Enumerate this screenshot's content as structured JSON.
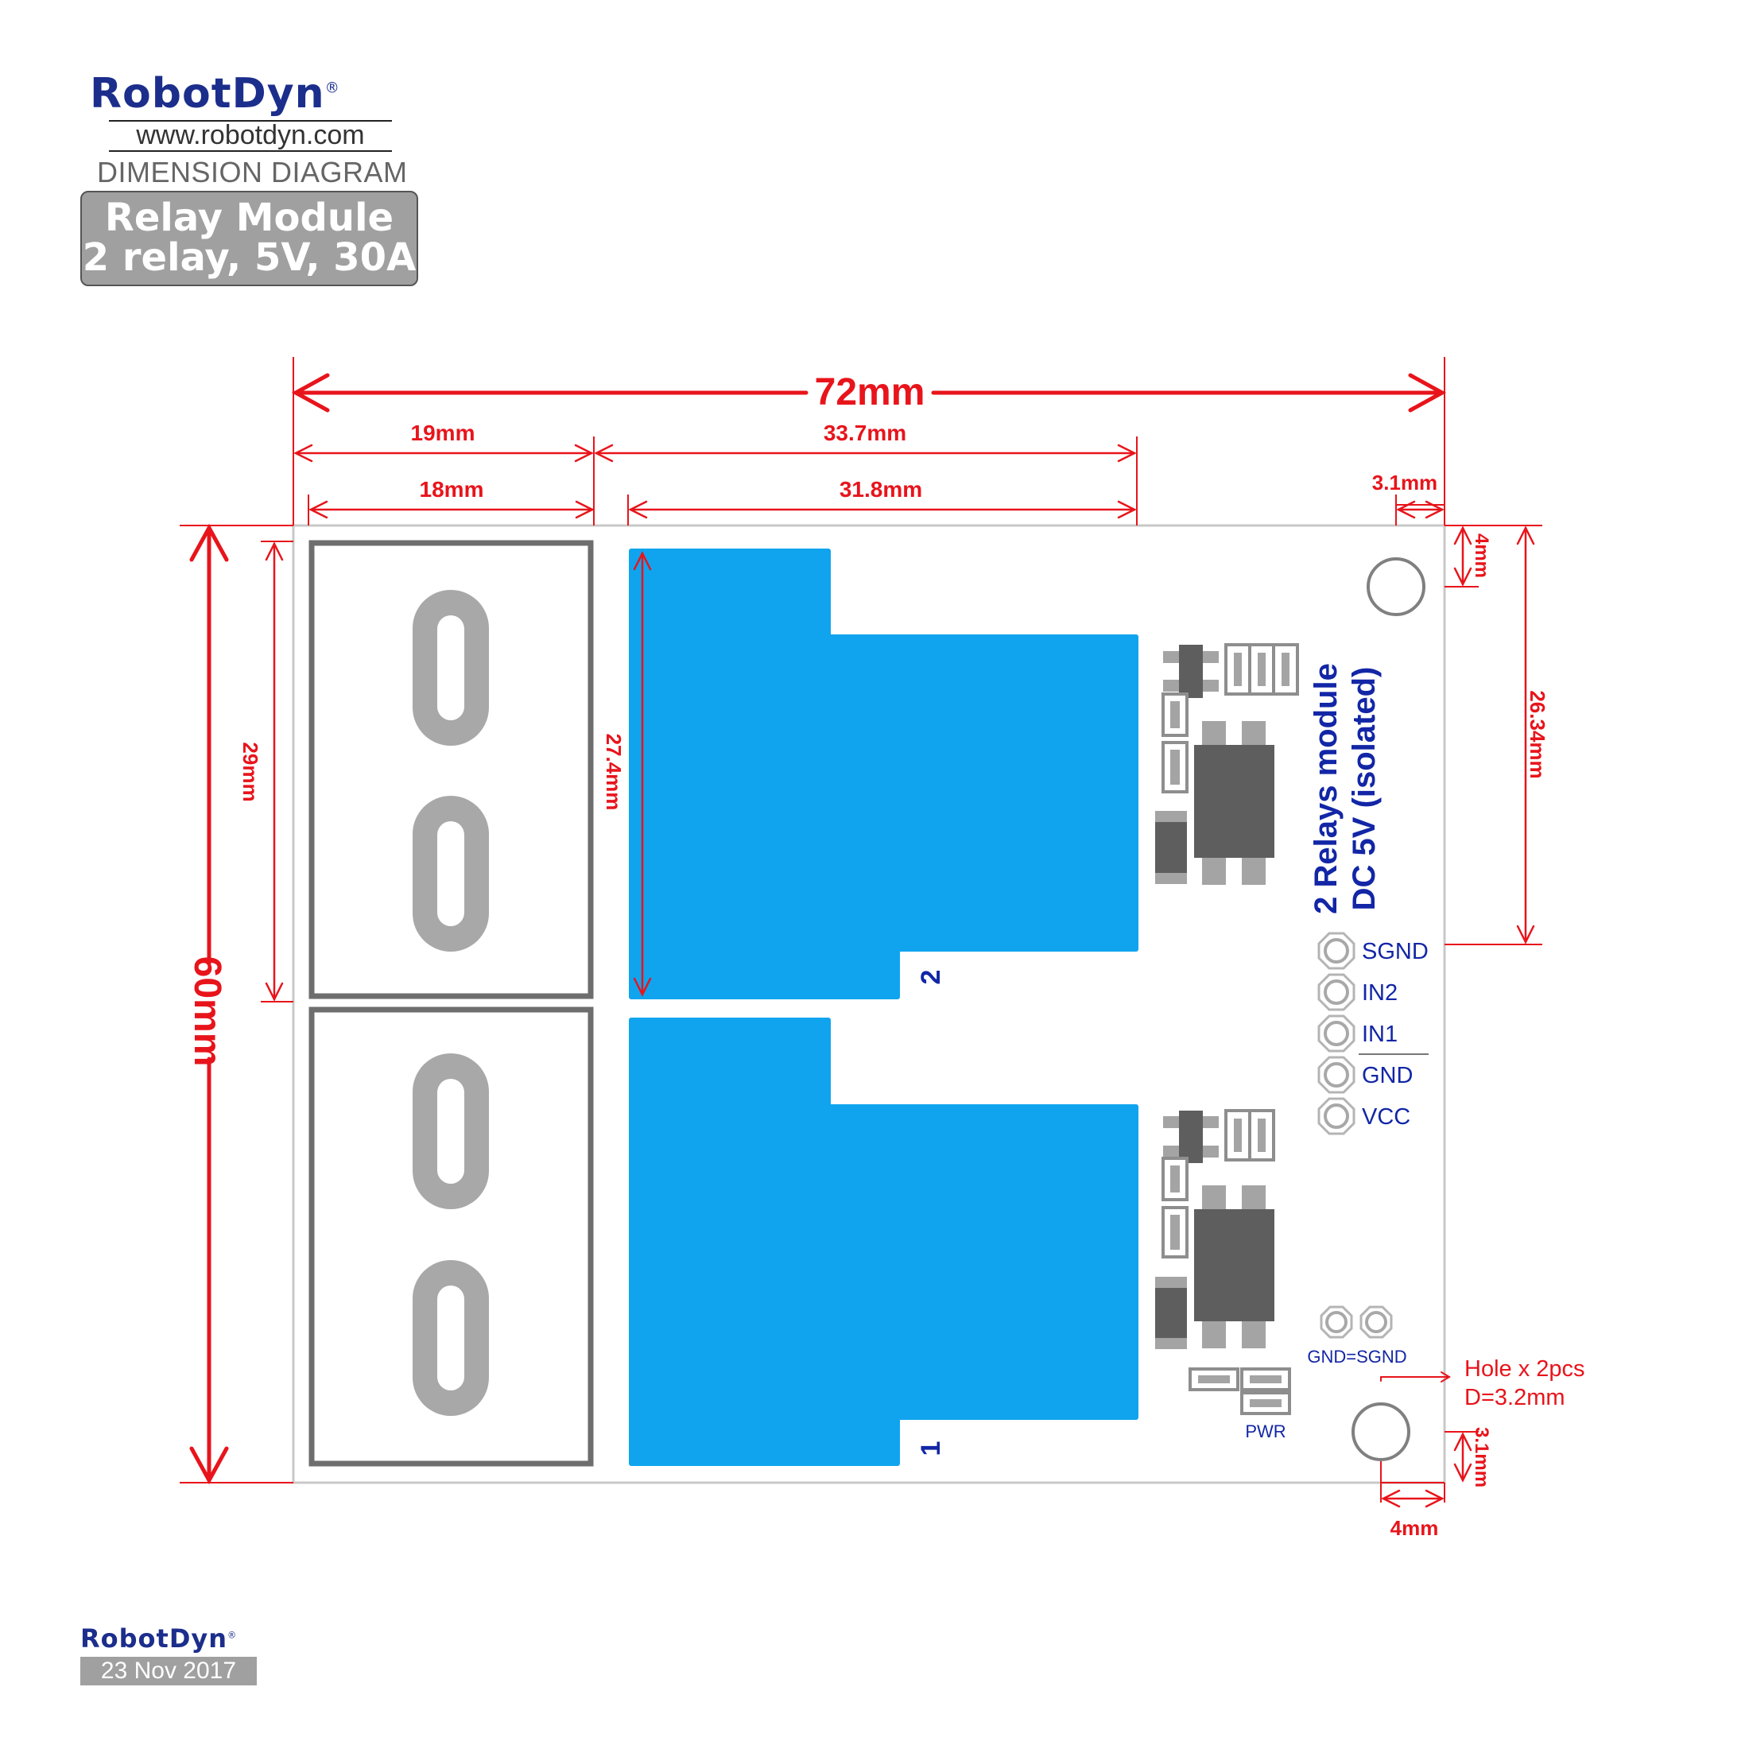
{
  "header": {
    "brand": "RobotDyn",
    "registered": "®",
    "website": "www.robotdyn.com",
    "diagram_type": "DIMENSION DIAGRAM",
    "product_line1": "Relay Module",
    "product_line2": "2 relay, 5V, 30A"
  },
  "footer": {
    "brand": "RobotDyn",
    "registered": "®",
    "date": "23 Nov 2017"
  },
  "dimensions": {
    "total_width": "72mm",
    "terminal_offset": "19mm",
    "relay_width": "33.7mm",
    "terminal_width": "18mm",
    "relay_body_width": "31.8mm",
    "hole_offset_x_top": "3.1mm",
    "hole_offset_y_top": "4mm",
    "pin_offset": "26.34mm",
    "total_height": "60mm",
    "terminal_height": "29mm",
    "relay_height": "27.4mm",
    "hole_offset_y_bottom": "3.1mm",
    "hole_offset_x_bottom": "4mm"
  },
  "board": {
    "module_label_line1": "2 Relays module",
    "module_label_line2": "DC 5V (isolated)",
    "relay_numbers": [
      "2",
      "1"
    ],
    "pins": [
      "SGND",
      "IN2",
      "IN1",
      "GND",
      "VCC"
    ],
    "jumper_label": "GND=SGND",
    "pwr_label": "PWR",
    "hole_note_line1": "Hole x 2pcs",
    "hole_note_line2": "D=3.2mm"
  },
  "colors": {
    "dimension": "#e8141b",
    "relay": "#10a4ee",
    "board_text": "#1226a6",
    "terminal": "#6e6e6e",
    "component": "#5e5e5e"
  }
}
